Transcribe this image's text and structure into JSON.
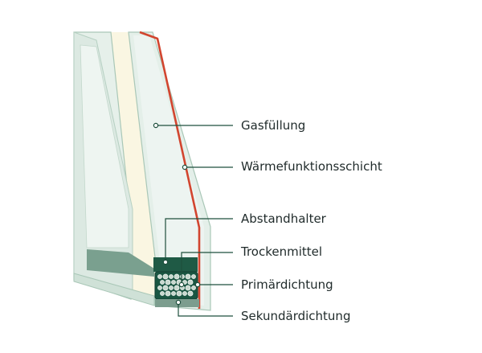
{
  "labels": {
    "gas": "Gasfüllung",
    "coating": "Wärmefunktionsschicht",
    "spacer": "Abstandhalter",
    "desiccant": "Trockenmittel",
    "primary_seal": "Primärdichtung",
    "secondary_seal": "Sekundärdichtung"
  },
  "colors": {
    "glass_fill": "#e4efe9",
    "glass_edge": "#a9c7b7",
    "gas_fill": "#faf6e2",
    "coating": "#d2452f",
    "leader": "#1f4f3d",
    "spacer": "#1f5a45",
    "desiccant": "#1a5642",
    "bead": "#c9d9cf",
    "secondary_seal": "#7c9d8e"
  }
}
